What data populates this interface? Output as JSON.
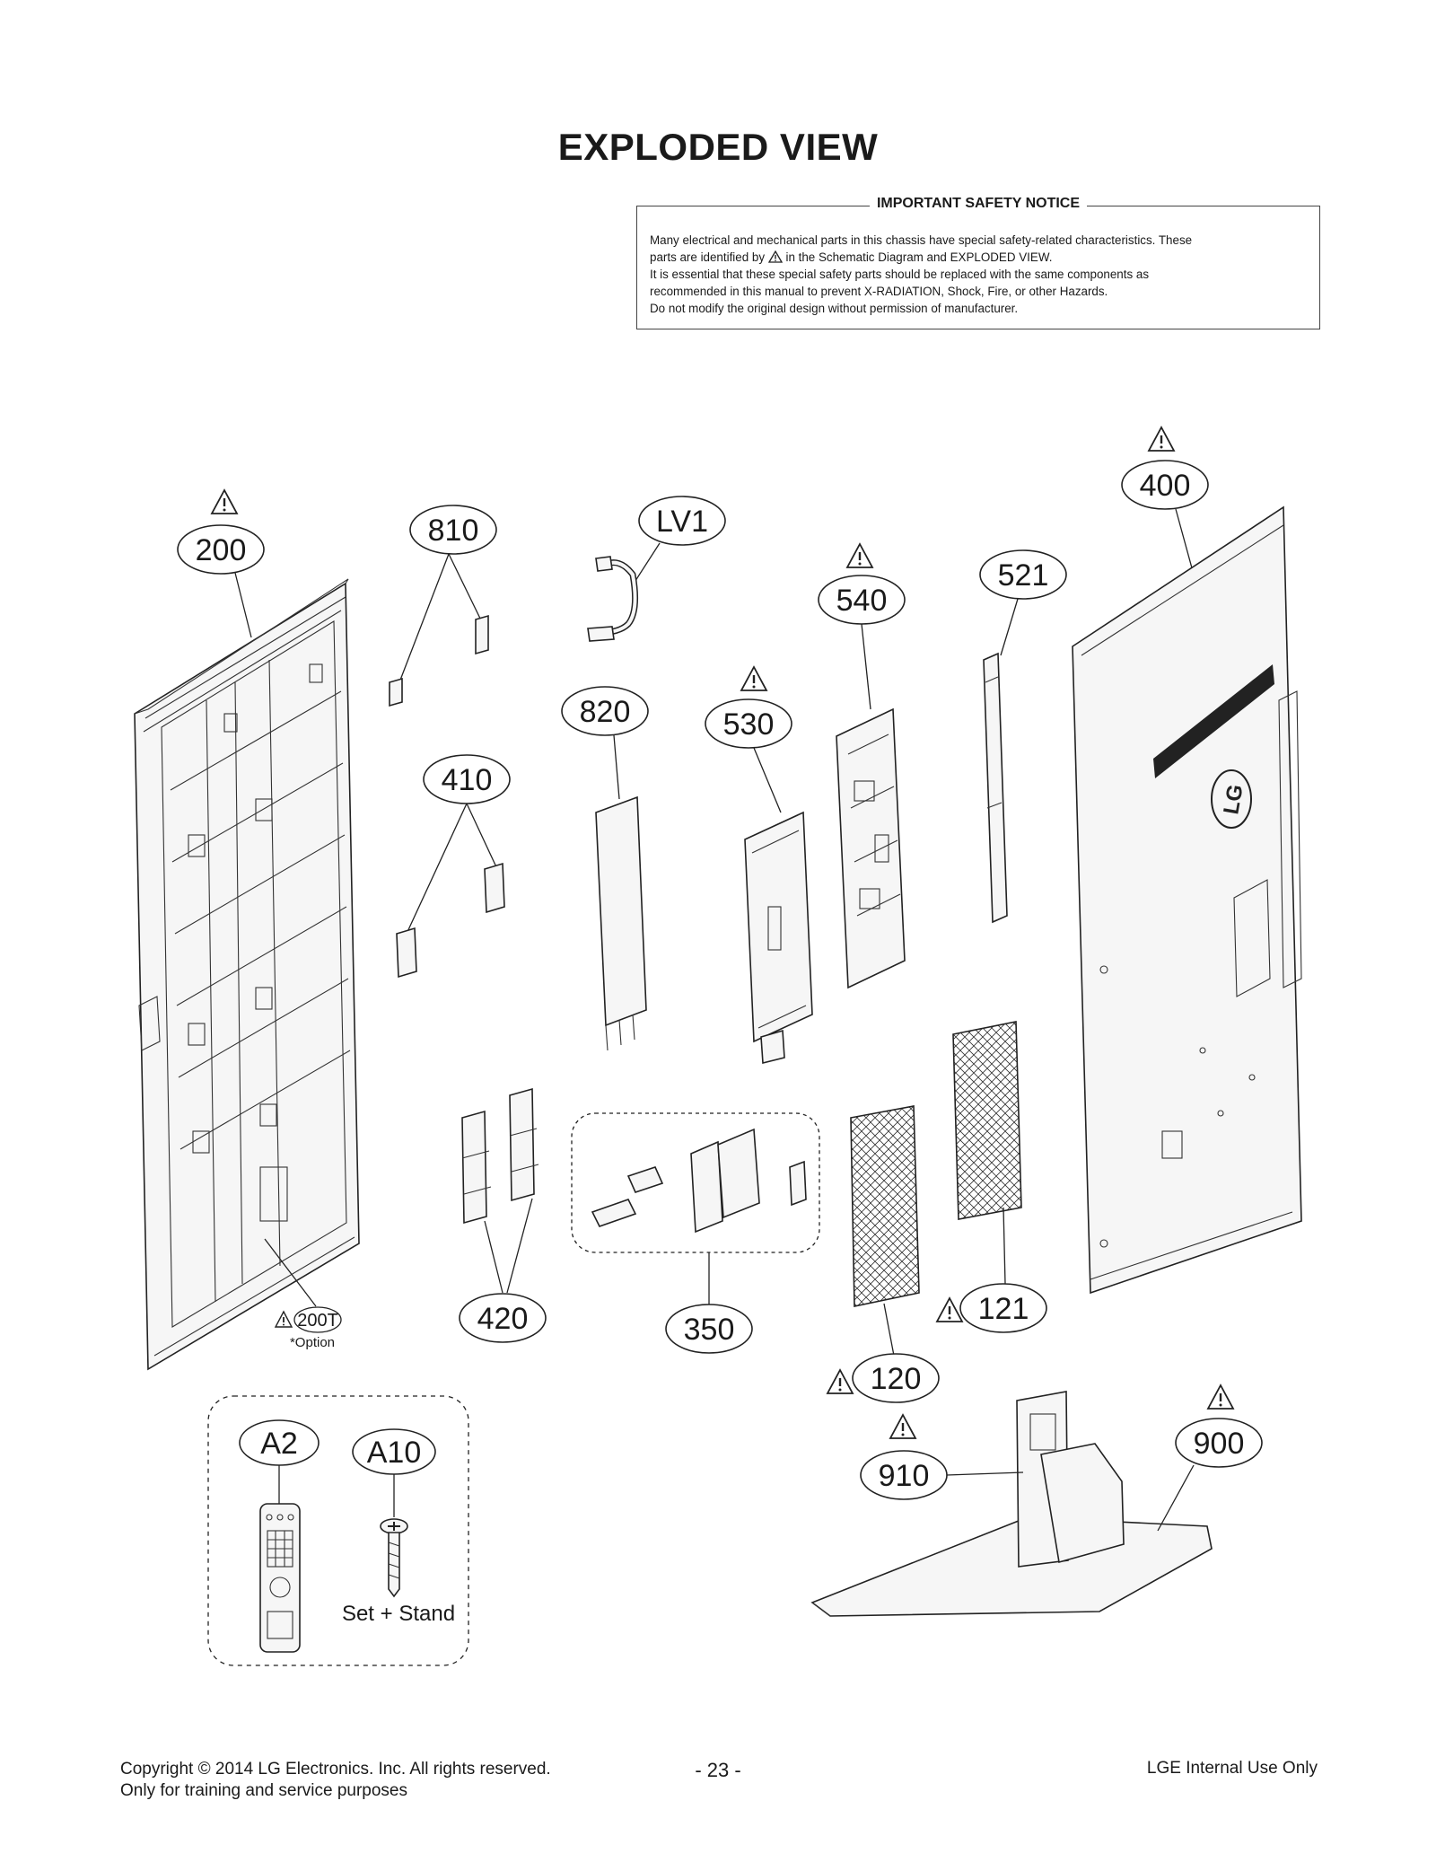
{
  "page_title": "EXPLODED VIEW",
  "notice": {
    "heading": "IMPORTANT SAFETY NOTICE",
    "line1": "Many electrical and mechanical parts in this chassis have special safety-related characteristics. These",
    "line2a": "parts are identified by",
    "line2b": "in the Schematic Diagram and EXPLODED VIEW.",
    "line3": "It is essential that these special safety parts should be replaced with the same components as",
    "line4": "recommended in this manual to prevent X-RADIATION, Shock, Fire, or other Hazards.",
    "line5": "Do not modify the original design without permission of manufacturer."
  },
  "parts": {
    "p200": "200",
    "p810": "810",
    "lv1": "LV1",
    "p540": "540",
    "p521": "521",
    "p400": "400",
    "p820": "820",
    "p530": "530",
    "p410": "410",
    "p200t": "200T",
    "option": "*Option",
    "p420": "420",
    "p350": "350",
    "p121": "121",
    "p120": "120",
    "a2": "A2",
    "a10": "A10",
    "set_stand": "Set + Stand",
    "p910": "910",
    "p900": "900",
    "logo": "LG"
  },
  "footer": {
    "copyright": "Copyright  © 2014 LG Electronics. Inc. All rights reserved.",
    "training": "Only for training and service purposes",
    "page_number": "- 23 -",
    "internal": "LGE Internal Use Only"
  }
}
